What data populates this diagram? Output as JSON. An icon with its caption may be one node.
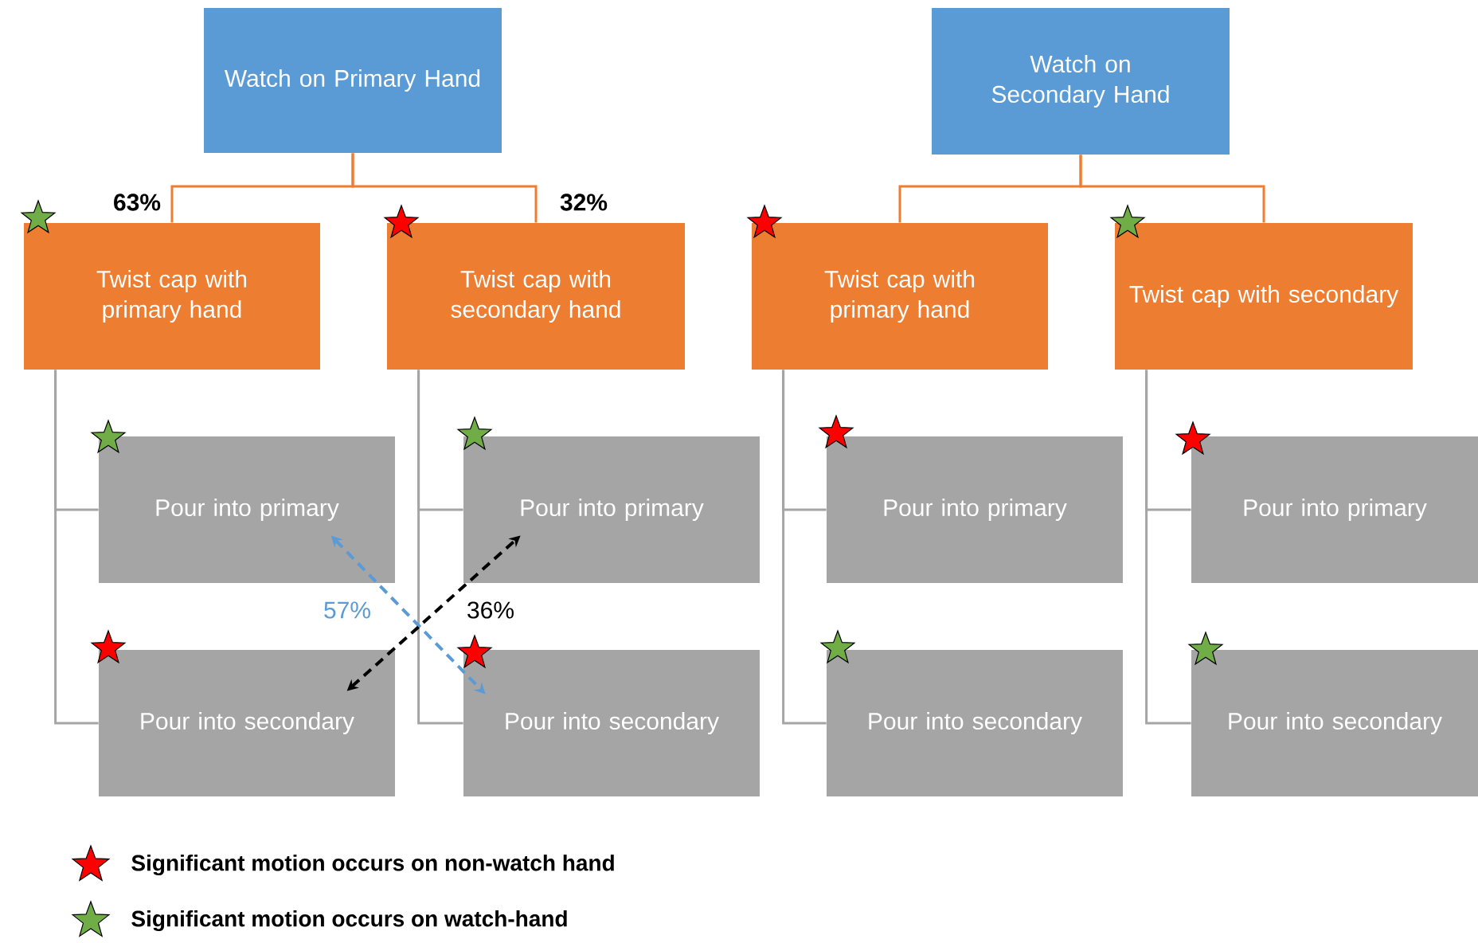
{
  "diagram": {
    "nodes": [
      {
        "text": [
          "Watch on Primary Hand"
        ]
      },
      {
        "text": [
          "Watch on Secondary Hand"
        ]
      },
      {
        "text": [
          "Twist cap with primary hand"
        ]
      },
      {
        "text": [
          "Twist cap with secondary hand"
        ]
      },
      {
        "text": [
          "Twist cap with primary hand"
        ]
      },
      {
        "text": [
          "Twist cap with secondary"
        ]
      },
      {
        "text": [
          "Pour into primary"
        ]
      },
      {
        "text": [
          "Pour into secondary"
        ]
      },
      {
        "text": [
          "Pour into primary"
        ]
      },
      {
        "text": [
          "Pour into secondary"
        ]
      },
      {
        "text": [
          "Pour into primary"
        ]
      },
      {
        "text": [
          "Pour into secondary"
        ]
      },
      {
        "text": [
          "Pour into primary"
        ]
      },
      {
        "text": [
          "Pour into secondary"
        ]
      }
    ],
    "edges": [
      {
        "from": 0,
        "to": 2,
        "arrow": "none",
        "label": "63%",
        "color": "#ed7d31"
      },
      {
        "from": 0,
        "to": 3,
        "arrow": "none",
        "label": "32%",
        "color": "#ed7d31"
      },
      {
        "from": 1,
        "to": 4,
        "arrow": "none",
        "color": "#ed7d31"
      },
      {
        "from": 1,
        "to": 5,
        "arrow": "none",
        "color": "#ed7d31"
      },
      {
        "from": 2,
        "to": 6,
        "arrow": "none"
      },
      {
        "from": 2,
        "to": 7,
        "arrow": "none"
      },
      {
        "from": 3,
        "to": 8,
        "arrow": "none"
      },
      {
        "from": 3,
        "to": 9,
        "arrow": "none"
      },
      {
        "from": 4,
        "to": 10,
        "arrow": "none"
      },
      {
        "from": 4,
        "to": 11,
        "arrow": "none"
      },
      {
        "from": 5,
        "to": 12,
        "arrow": "none"
      },
      {
        "from": 5,
        "to": 13,
        "arrow": "none"
      },
      {
        "from": 6,
        "to": 9,
        "arrow": "both",
        "label": "57%",
        "style": "dashed",
        "color": "#5b9bd5"
      },
      {
        "from": 7,
        "to": 8,
        "arrow": "both",
        "label": "36%",
        "style": "dashed",
        "color": "#000000"
      }
    ],
    "legend": [
      {
        "text": "Significant motion occurs on non-watch hand",
        "color": "#ff0000"
      },
      {
        "text": "Significant motion occurs on watch-hand",
        "color": "#70ad47"
      }
    ]
  }
}
